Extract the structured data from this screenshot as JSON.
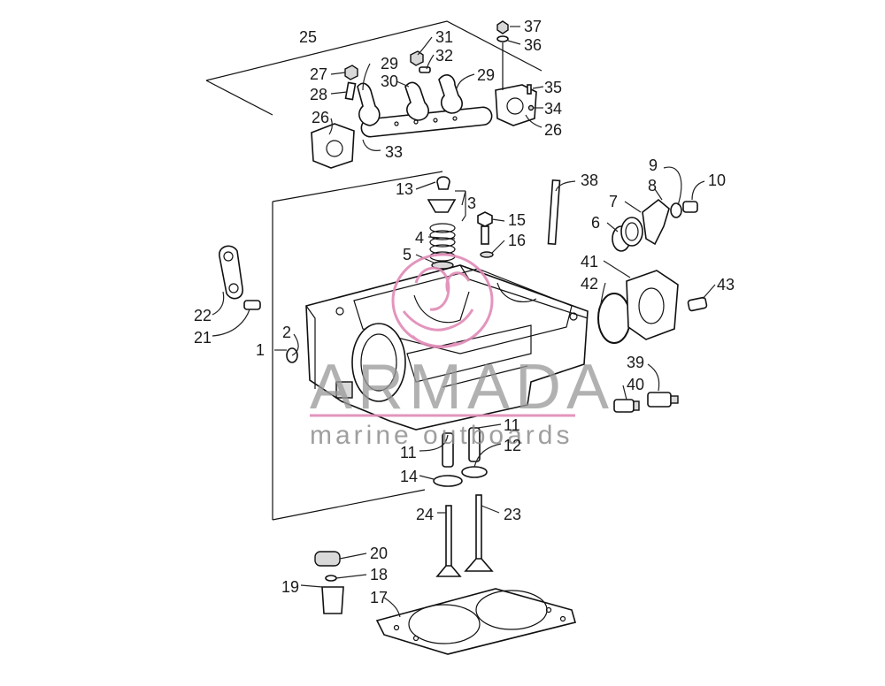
{
  "watermark": {
    "brand": "ARMADA",
    "tagline": "marine outboards",
    "accent_color": "#e08ab6"
  },
  "callouts": {
    "c1": "1",
    "c2": "2",
    "c3": "3",
    "c4": "4",
    "c5": "5",
    "c6": "6",
    "c7": "7",
    "c8": "8",
    "c9": "9",
    "c10": "10",
    "c11a": "11",
    "c11b": "11",
    "c12": "12",
    "c13": "13",
    "c14": "14",
    "c15": "15",
    "c16": "16",
    "c17": "17",
    "c18": "18",
    "c19": "19",
    "c20": "20",
    "c21": "21",
    "c22": "22",
    "c23": "23",
    "c24": "24",
    "c25": "25",
    "c26a": "26",
    "c26b": "26",
    "c27": "27",
    "c28": "28",
    "c29a": "29",
    "c29b": "29",
    "c30": "30",
    "c31": "31",
    "c32": "32",
    "c33": "33",
    "c34": "34",
    "c35": "35",
    "c36": "36",
    "c37": "37",
    "c38": "38",
    "c39": "39",
    "c40": "40",
    "c41": "41",
    "c42": "42",
    "c43": "43"
  }
}
